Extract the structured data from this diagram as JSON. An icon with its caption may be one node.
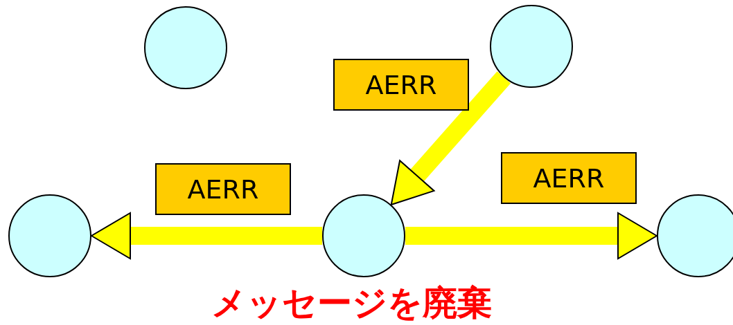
{
  "diagram": {
    "nodes": [
      {
        "text": [],
        "shape": "circle"
      },
      {
        "text": [],
        "shape": "circle"
      },
      {
        "text": [],
        "shape": "circle"
      },
      {
        "text": [],
        "shape": "circle"
      },
      {
        "text": [],
        "shape": "circle"
      }
    ],
    "edges": [
      {
        "from": 1,
        "to": 3,
        "arrow": "to",
        "label": "AERR"
      },
      {
        "from": 3,
        "to": 2,
        "arrow": "to",
        "label": "AERR"
      },
      {
        "from": 3,
        "to": 4,
        "arrow": "to",
        "label": "AERR"
      }
    ],
    "labels": [
      "メッセージを廃棄"
    ]
  }
}
